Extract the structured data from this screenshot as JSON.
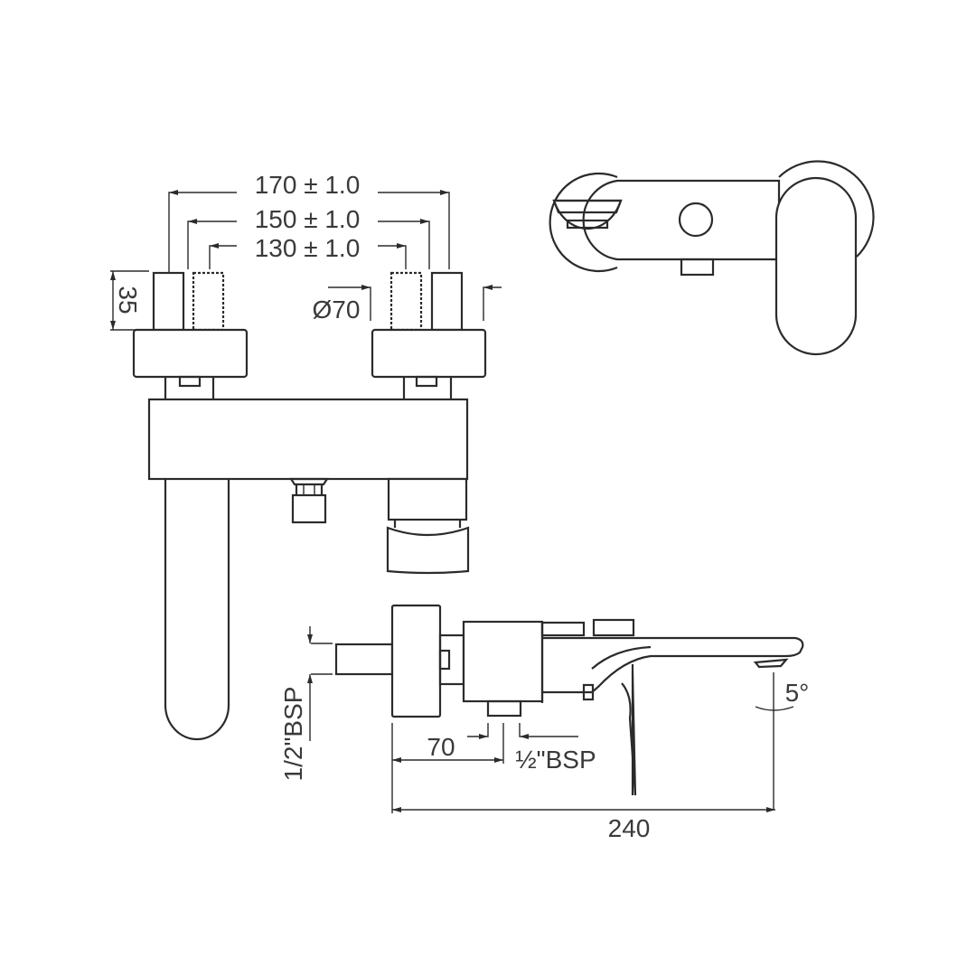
{
  "drawing": {
    "title": "Wall-mounted bath mixer technical drawing",
    "colors": {
      "line": "#2b2b2b",
      "text": "#3a3a3a",
      "background": "#ffffff"
    },
    "dimensions": {
      "centers_outer": "170 ± 1.0",
      "centers_mid": "150 ± 1.0",
      "centers_inner": "130 ± 1.0",
      "eccentric_height": "35",
      "flange_diameter": "Ø70",
      "inlet_thread_side": "1/2\"BSP",
      "outlet_offset": "70",
      "outlet_thread": "½\"BSP",
      "spout_projection": "240",
      "spout_angle": "5°"
    },
    "views": [
      "front-view",
      "top-view",
      "side-view"
    ]
  }
}
